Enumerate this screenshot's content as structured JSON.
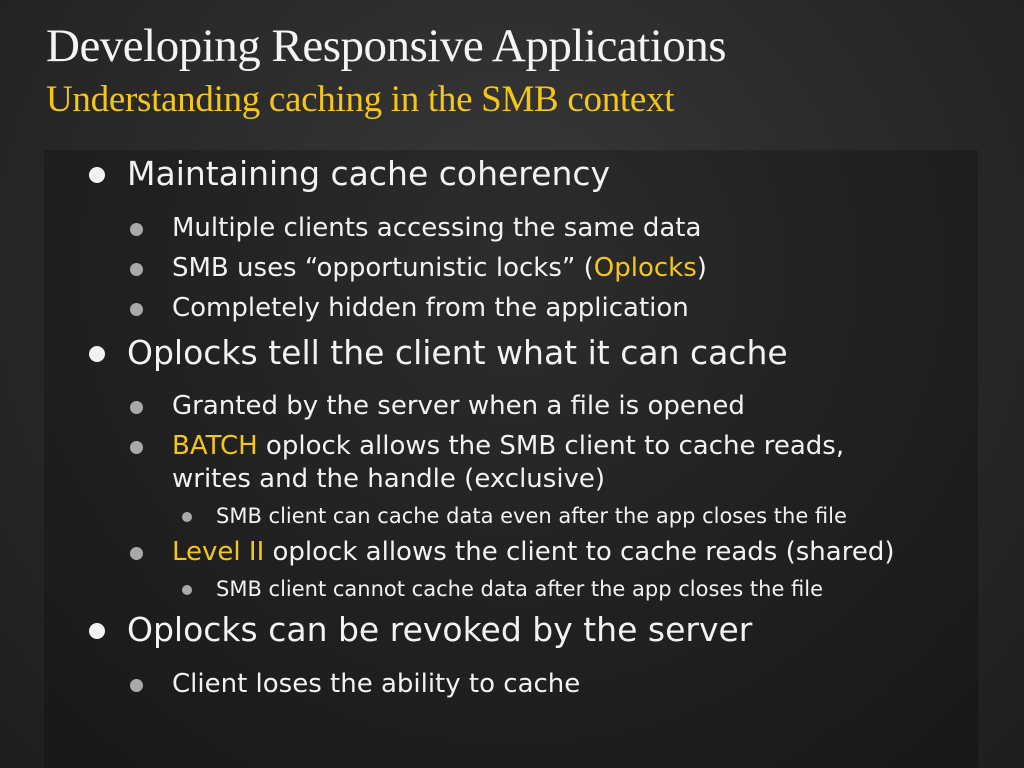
{
  "slide": {
    "title": "Developing Responsive Applications",
    "subtitle": "Understanding caching in the SMB context"
  },
  "colors": {
    "title": "#f4f4f4",
    "subtitle": "#f5c518",
    "highlight": "#f5c518",
    "text": "#f2f2f2",
    "sub_bullet": "#a9a9a9"
  },
  "bullets": {
    "b1": "Maintaining cache coherency",
    "b1_1": "Multiple clients accessing the same data",
    "b1_2_pre": "SMB uses “opportunistic locks” (",
    "b1_2_hl": "Oplocks",
    "b1_2_post": ")",
    "b1_3": "Completely hidden from the application",
    "b2": "Oplocks tell the client what it can cache",
    "b2_1": "Granted by the server when a file is opened",
    "b2_2_hl": "BATCH",
    "b2_2_line1": " oplock allows the SMB client to cache reads,",
    "b2_2_line2": "writes and the handle (exclusive)",
    "b2_2_1": "SMB client can cache data even after the app closes the file",
    "b2_3_hl": "Level II",
    "b2_3_post": " oplock allows the client to cache reads (shared)",
    "b2_3_1": "SMB client cannot cache data after the app closes the file",
    "b3": "Oplocks can be revoked by the server",
    "b3_1": "Client loses the ability to cache"
  }
}
